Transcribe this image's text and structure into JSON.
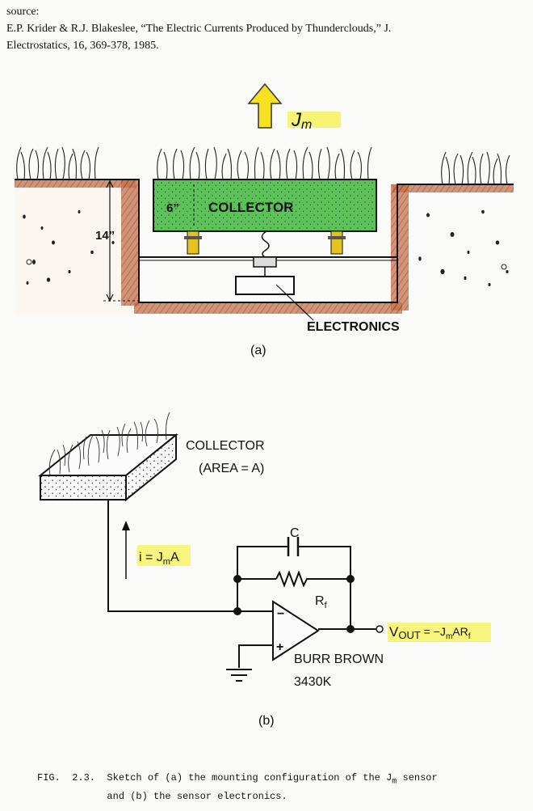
{
  "source": {
    "label": "source:",
    "line1": "E.P. Krider & R.J. Blakeslee, “The Electric Currents Produced by Thunderclouds,” J.",
    "line2": "Electrostatics, 16, 369-378, 1985."
  },
  "panel_a": {
    "current_symbol": "J",
    "current_sub": "m",
    "collector_label": "COLLECTOR",
    "thickness_label": "6”",
    "depth_label": "14”",
    "electronics_label": "ELECTRONICS",
    "panel_label": "(a)"
  },
  "panel_b": {
    "collector_label": "COLLECTOR",
    "area_label": "(AREA = A)",
    "current_label": "i = J",
    "current_sub": "m",
    "current_tail": "A",
    "capacitor_label": "C",
    "resistor_label": "R",
    "resistor_sub": "f",
    "minus_sign": "−",
    "plus_sign": "+",
    "vout_label": "V",
    "vout_sub": "OUT",
    "vout_eq": " = −J",
    "vout_eq_sub": "m",
    "vout_eq_tail": "AR",
    "vout_eq_sub2": "f",
    "opamp_name1": "BURR BROWN",
    "opamp_name2": "3430K",
    "panel_label": "(b)"
  },
  "caption": {
    "fig_number": "FIG.  2.3.",
    "line1_text": "Sketch of (a) the mounting configuration of the J",
    "line1_sub": "m",
    "line1_tail": " sensor",
    "line2_text": "and (b) the sensor electronics."
  },
  "colors": {
    "highlight": "#f6f24a",
    "arrow_fill": "#f7e020",
    "soil": "#b3552f",
    "collector_green": "#5ec25a",
    "leg_yellow": "#e6c21f",
    "ink": "#111111"
  }
}
